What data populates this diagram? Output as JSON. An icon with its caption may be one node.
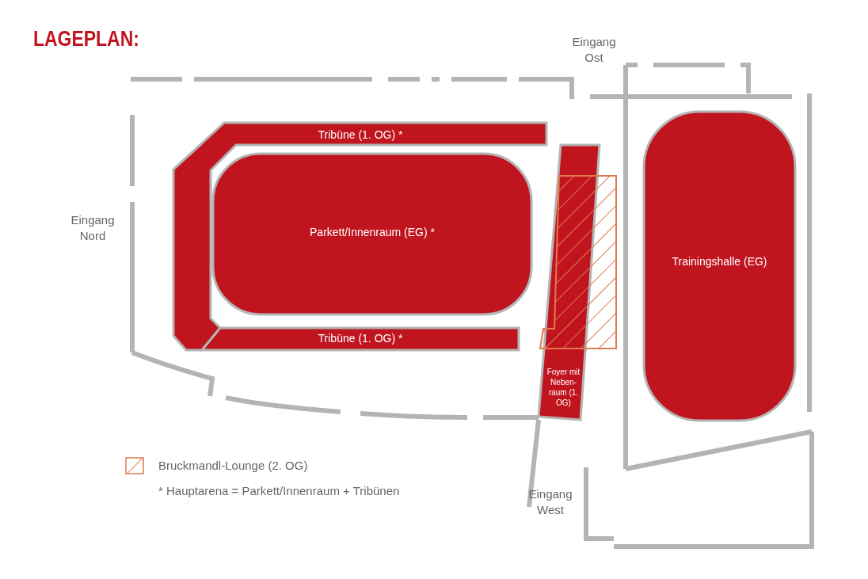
{
  "diagram": {
    "title": "LAGEPLAN:",
    "nodes": [
      {
        "text": [
          "Tribüne (1. OG) *"
        ]
      },
      {
        "text": [
          "Parkett/Innenraum (EG) *"
        ]
      },
      {
        "text": [
          "Tribüne (1. OG) *"
        ]
      },
      {
        "text": [
          "Foyer mit Neben-raum (1. OG)"
        ]
      },
      {
        "text": [
          "Trainingshalle (EG)"
        ]
      },
      {
        "text": [],
        "shape": "box"
      }
    ],
    "labels": [
      "Eingang Ost",
      "Eingang Nord",
      "* Hauptarena = Parkett/Innenraum + Tribünen",
      "Eingang West"
    ],
    "legend": [
      {
        "text": "Bruckmandl-Lounge (2. OG)"
      }
    ]
  }
}
